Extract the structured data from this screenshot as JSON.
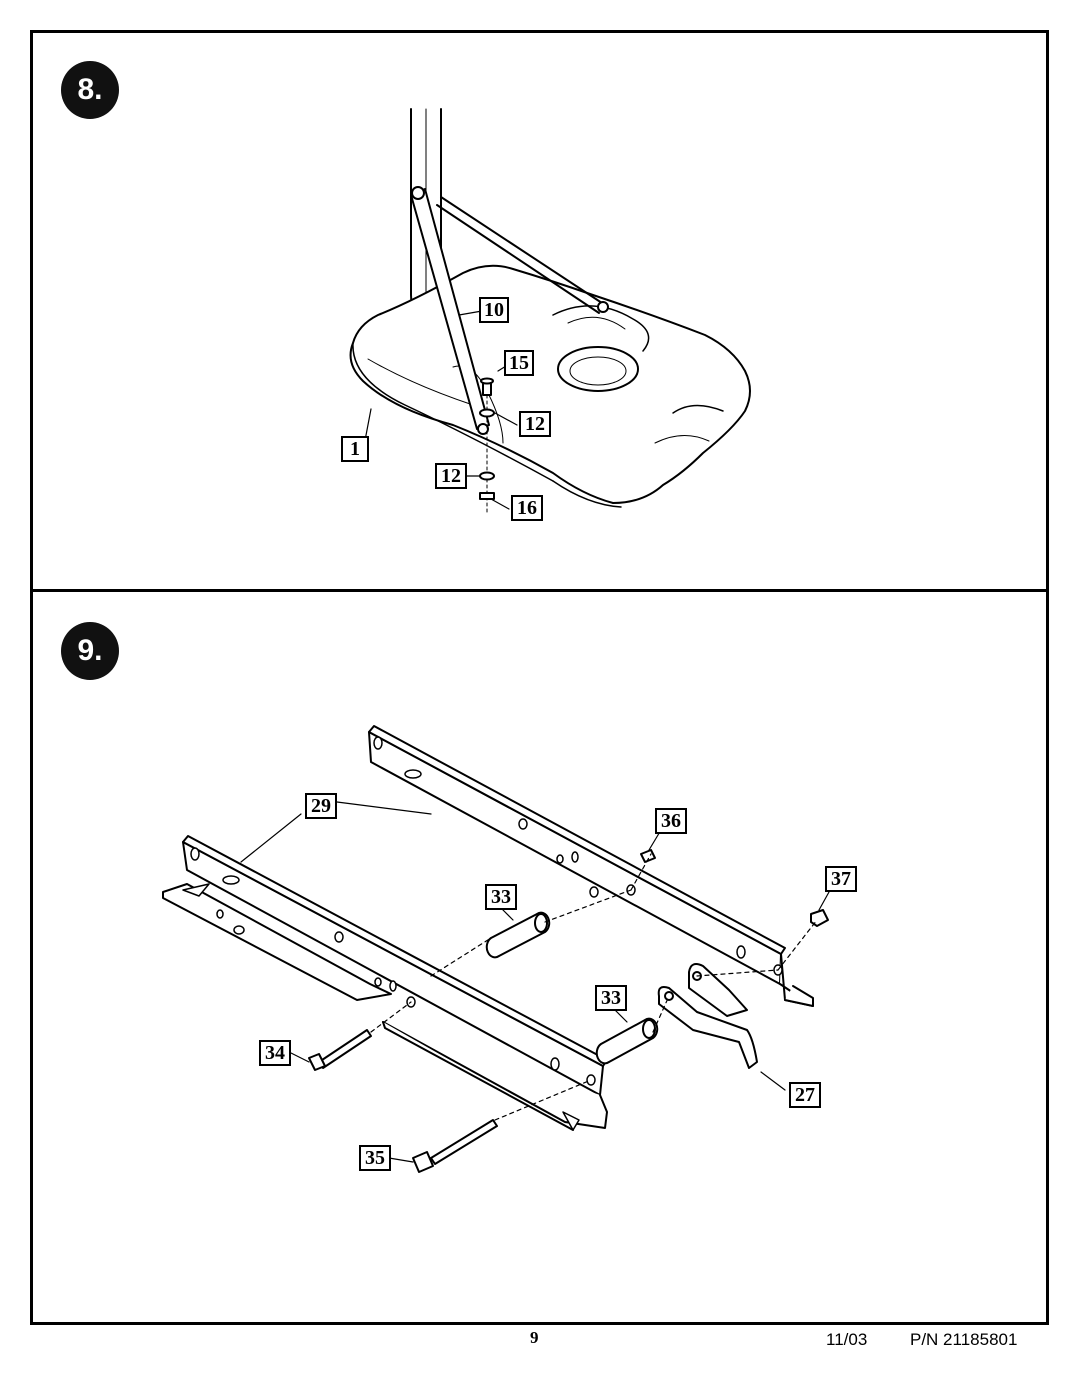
{
  "steps": [
    {
      "number": "8.",
      "callouts": [
        "10",
        "15",
        "12",
        "1",
        "12",
        "16"
      ]
    },
    {
      "number": "9.",
      "callouts": [
        "29",
        "36",
        "37",
        "33",
        "33",
        "34",
        "27",
        "35"
      ]
    }
  ],
  "footer": {
    "page_number": "9",
    "date": "11/03",
    "part_number": "P/N 21185801"
  }
}
